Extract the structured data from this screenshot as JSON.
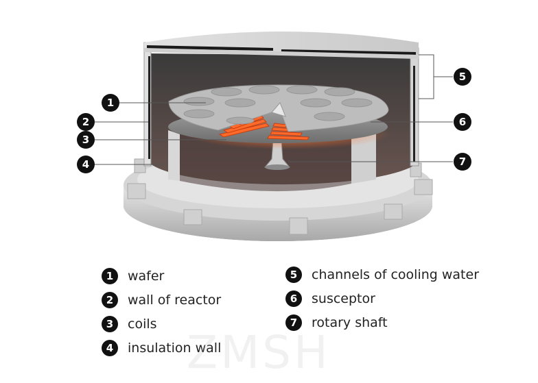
{
  "callouts": [
    {
      "num": "1",
      "label": "wafer"
    },
    {
      "num": "2",
      "label": "wall of reactor"
    },
    {
      "num": "3",
      "label": "coils"
    },
    {
      "num": "4",
      "label": "insulation wall"
    },
    {
      "num": "5",
      "label": "channels of cooling water"
    },
    {
      "num": "6",
      "label": "susceptor"
    },
    {
      "num": "7",
      "label": "rotary shaft"
    }
  ],
  "watermark": "ZMSH",
  "colors": {
    "metal_light": "#dcdcdc",
    "metal_dark": "#5a5a5a",
    "coil": "#ff6a2a",
    "badge": "#111111"
  }
}
